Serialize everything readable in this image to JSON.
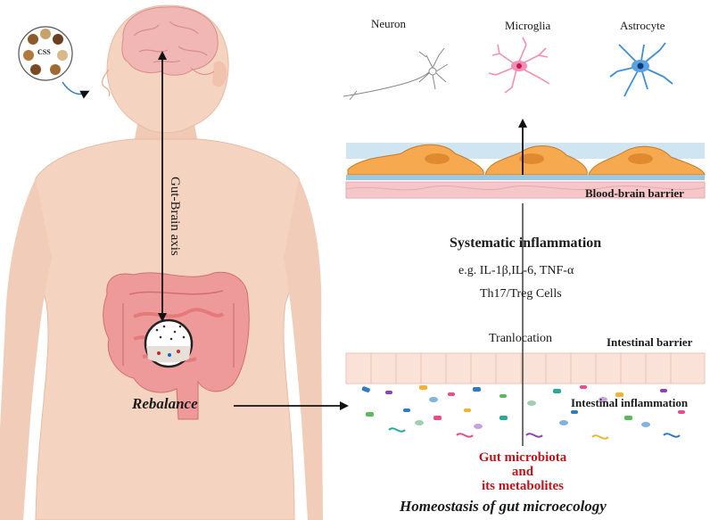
{
  "cells": {
    "neuron": "Neuron",
    "microglia": "Microglia",
    "astrocyte": "Astrocyte"
  },
  "barriers": {
    "bbb": "Blood-brain barrier",
    "intestinal": "Intestinal barrier",
    "inflammation": "Intestinal inflammation"
  },
  "inflammation": {
    "title": "Systematic inflammation",
    "cytokines": "e.g. IL-1β,IL-6, TNF-α",
    "cells": "Th17/Treg Cells"
  },
  "translocation": "Tranlocation",
  "axis_label": "Gut-Brain axis",
  "rebalance": "Rebalance",
  "css_label": "CSS",
  "microbiota": {
    "line1": "Gut microbiota",
    "line2": "and",
    "line3": "its metabolites"
  },
  "caption": "Homeostasis of gut microecology",
  "colors": {
    "skin": "#f4d3c0",
    "brain": "#f1b7b5",
    "colon": "#ef9a9a",
    "bbb_endothelium": "#f6a94e",
    "bbb_lumen": "#cfe5f1",
    "bbb_base": "#f5c7c9",
    "intestinal_wall": "#fbe2d8",
    "accent_red": "#c0161b",
    "astrocyte": "#3d8ed6",
    "microglia": "#f48fb1"
  }
}
